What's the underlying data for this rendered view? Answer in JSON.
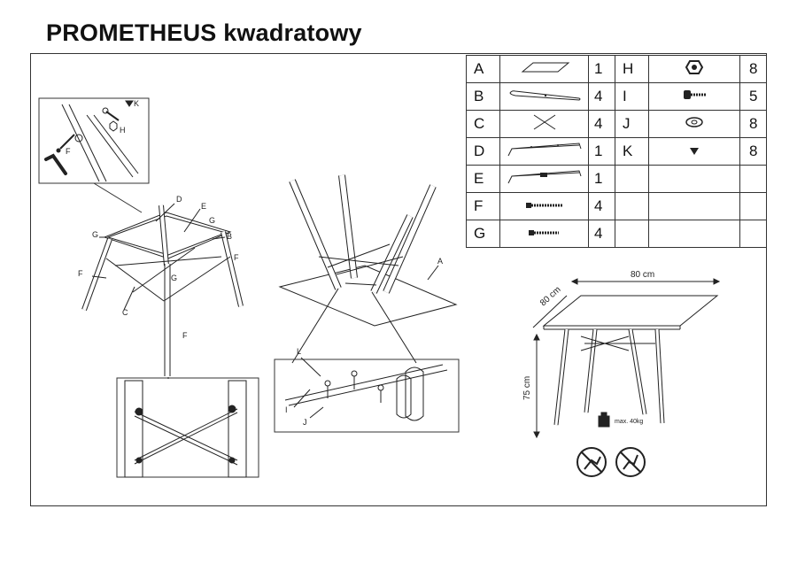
{
  "title": "PROMETHEUS kwadratowy",
  "parts_left": [
    {
      "letter": "A",
      "icon": "tabletop-icon",
      "qty": "1"
    },
    {
      "letter": "B",
      "icon": "leg-icon",
      "qty": "4"
    },
    {
      "letter": "C",
      "icon": "cross-brace-icon",
      "qty": "4"
    },
    {
      "letter": "D",
      "icon": "frame-bracket-icon",
      "qty": "1"
    },
    {
      "letter": "E",
      "icon": "frame-bracket-joined-icon",
      "qty": "1"
    },
    {
      "letter": "F",
      "icon": "long-screw-icon",
      "qty": "4"
    },
    {
      "letter": "G",
      "icon": "short-screw-icon",
      "qty": "4"
    }
  ],
  "parts_right": [
    {
      "letter": "H",
      "icon": "nut-icon",
      "qty": "8"
    },
    {
      "letter": "I",
      "icon": "bolt-icon",
      "qty": "5"
    },
    {
      "letter": "J",
      "icon": "washer-icon",
      "qty": "8"
    },
    {
      "letter": "K",
      "icon": "cap-icon",
      "qty": "8"
    },
    {
      "letter": "",
      "icon": "",
      "qty": ""
    },
    {
      "letter": "",
      "icon": "",
      "qty": ""
    },
    {
      "letter": "",
      "icon": "",
      "qty": ""
    }
  ],
  "callouts": {
    "k": "K",
    "h": "H",
    "f": "F",
    "d": "D",
    "e": "E",
    "g_left": "G",
    "g_right": "G",
    "b": "B",
    "f_left": "F",
    "f_right": "F",
    "f_bottom": "F",
    "g_center": "G",
    "c": "C",
    "a": "A",
    "l": "L",
    "i": "I",
    "j": "J"
  },
  "dimensions": {
    "width": "80 cm",
    "depth": "80 cm",
    "height": "75 cm",
    "max_load": "max. 40kg"
  }
}
